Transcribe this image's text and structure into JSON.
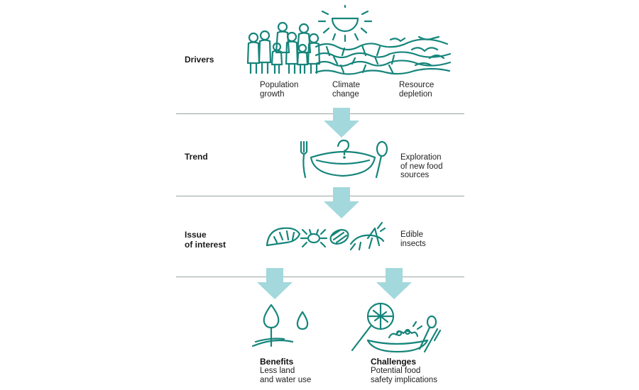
{
  "rows": {
    "drivers": {
      "label": "Drivers",
      "items": [
        {
          "text": "Population\ngrowth",
          "icon": "people-icon"
        },
        {
          "text": "Climate\nchange",
          "icon": "sun-icon"
        },
        {
          "text": "Resource\ndepletion",
          "icon": "barren-land-icon"
        }
      ]
    },
    "trend": {
      "label": "Trend",
      "text": "Exploration\nof new food\nsources",
      "icon": "empty-plate-question-icon"
    },
    "issue": {
      "label": "Issue\nof interest",
      "text": "Edible\ninsects",
      "icon": "insects-icon"
    },
    "benefits": {
      "title": "Benefits",
      "text": "Less land\nand water use",
      "icon": "sprout-water-drop-icon"
    },
    "challenges": {
      "title": "Challenges",
      "text": "Potential food\nsafety implications",
      "icon": "magnifier-plate-icon"
    }
  },
  "colors": {
    "ink": "#16857b",
    "arrow": "#a3d8dc",
    "divider": "#9aa3a3"
  }
}
